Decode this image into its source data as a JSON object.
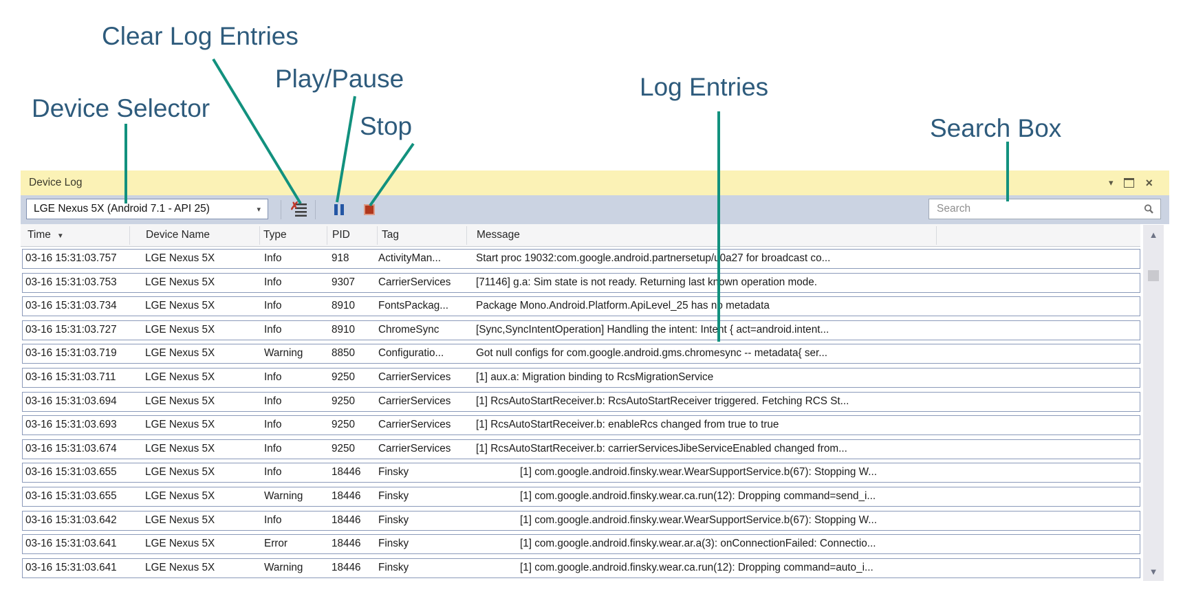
{
  "annotations": {
    "device_selector": "Device Selector",
    "clear_log_entries": "Clear Log Entries",
    "play_pause": "Play/Pause",
    "stop": "Stop",
    "log_entries": "Log Entries",
    "search_box": "Search Box"
  },
  "window": {
    "title": "Device Log"
  },
  "toolbar": {
    "device_selector_value": "LGE Nexus 5X (Android 7.1 - API 25)",
    "search_placeholder": "Search"
  },
  "table": {
    "columns": [
      "Time",
      "Device Name",
      "Type",
      "PID",
      "Tag",
      "Message"
    ],
    "sort_column": "Time",
    "sort_direction": "descending",
    "rows": [
      {
        "time": "03-16 15:31:03.757",
        "device": "LGE Nexus 5X",
        "type": "Info",
        "pid": "918",
        "tag": "ActivityMan...",
        "message": "Start proc 19032:com.google.android.partnersetup/u0a27 for broadcast co...",
        "indent": false
      },
      {
        "time": "03-16 15:31:03.753",
        "device": "LGE Nexus 5X",
        "type": "Info",
        "pid": "9307",
        "tag": "CarrierServices",
        "message": "[71146] g.a: Sim state is not ready. Returning last known operation mode.",
        "indent": false
      },
      {
        "time": "03-16 15:31:03.734",
        "device": "LGE Nexus 5X",
        "type": "Info",
        "pid": "8910",
        "tag": "FontsPackag...",
        "message": "Package Mono.Android.Platform.ApiLevel_25 has no metadata",
        "indent": false
      },
      {
        "time": "03-16 15:31:03.727",
        "device": "LGE Nexus 5X",
        "type": "Info",
        "pid": "8910",
        "tag": "ChromeSync",
        "message": "[Sync,SyncIntentOperation] Handling the intent: Intent { act=android.intent...",
        "indent": false
      },
      {
        "time": "03-16 15:31:03.719",
        "device": "LGE Nexus 5X",
        "type": "Warning",
        "pid": "8850",
        "tag": "Configuratio...",
        "message": "Got null configs for com.google.android.gms.chromesync -- metadata{ ser...",
        "indent": false
      },
      {
        "time": "03-16 15:31:03.711",
        "device": "LGE Nexus 5X",
        "type": "Info",
        "pid": "9250",
        "tag": "CarrierServices",
        "message": "[1] aux.a: Migration binding to RcsMigrationService",
        "indent": false
      },
      {
        "time": "03-16 15:31:03.694",
        "device": "LGE Nexus 5X",
        "type": "Info",
        "pid": "9250",
        "tag": "CarrierServices",
        "message": "[1] RcsAutoStartReceiver.b: RcsAutoStartReceiver triggered. Fetching RCS St...",
        "indent": false
      },
      {
        "time": "03-16 15:31:03.693",
        "device": "LGE Nexus 5X",
        "type": "Info",
        "pid": "9250",
        "tag": "CarrierServices",
        "message": "[1] RcsAutoStartReceiver.b: enableRcs changed from true to true",
        "indent": false
      },
      {
        "time": "03-16 15:31:03.674",
        "device": "LGE Nexus 5X",
        "type": "Info",
        "pid": "9250",
        "tag": "CarrierServices",
        "message": "[1] RcsAutoStartReceiver.b: carrierServicesJibeServiceEnabled changed from...",
        "indent": false
      },
      {
        "time": "03-16 15:31:03.655",
        "device": "LGE Nexus 5X",
        "type": "Info",
        "pid": "18446",
        "tag": "Finsky",
        "message": "[1] com.google.android.finsky.wear.WearSupportService.b(67): Stopping W...",
        "indent": true
      },
      {
        "time": "03-16 15:31:03.655",
        "device": "LGE Nexus 5X",
        "type": "Warning",
        "pid": "18446",
        "tag": "Finsky",
        "message": "[1] com.google.android.finsky.wear.ca.run(12): Dropping command=send_i...",
        "indent": true
      },
      {
        "time": "03-16 15:31:03.642",
        "device": "LGE Nexus 5X",
        "type": "Info",
        "pid": "18446",
        "tag": "Finsky",
        "message": "[1] com.google.android.finsky.wear.WearSupportService.b(67): Stopping W...",
        "indent": true
      },
      {
        "time": "03-16 15:31:03.641",
        "device": "LGE Nexus 5X",
        "type": "Error",
        "pid": "18446",
        "tag": "Finsky",
        "message": "[1] com.google.android.finsky.wear.ar.a(3): onConnectionFailed: Connectio...",
        "indent": true
      },
      {
        "time": "03-16 15:31:03.641",
        "device": "LGE Nexus 5X",
        "type": "Warning",
        "pid": "18446",
        "tag": "Finsky",
        "message": "[1] com.google.android.finsky.wear.ca.run(12): Dropping command=auto_i...",
        "indent": true
      }
    ]
  },
  "icons": {
    "clear_glyph": "✗",
    "dropdown_arrow": "▾",
    "sort_arrow": "▼",
    "window_menu_arrow": "▾",
    "window_close": "×",
    "scroll_up": "▲",
    "scroll_down": "▼"
  },
  "colors": {
    "annotation_text": "#2E5B7C",
    "annotation_line": "#12917E",
    "titlebar_bg": "#FBF2B6",
    "toolbar_bg": "#CBD3E2",
    "row_border": "#8A99B9",
    "pause_icon": "#2456A4",
    "stop_icon": "#B0371C",
    "clear_x": "#C0392B"
  }
}
